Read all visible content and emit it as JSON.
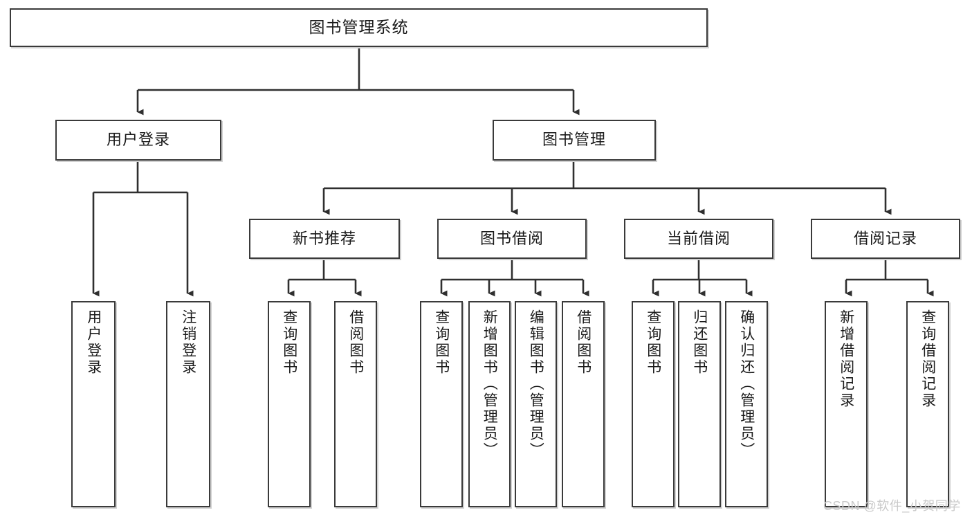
{
  "diagram": {
    "title_node": {
      "label": "图书管理系统"
    },
    "level2": [
      {
        "label": "用户登录"
      },
      {
        "label": "图书管理"
      }
    ],
    "level3": [
      {
        "label": "新书推荐"
      },
      {
        "label": "图书借阅"
      },
      {
        "label": "当前借阅"
      },
      {
        "label": "借阅记录"
      }
    ],
    "leaves": {
      "user_login": [
        {
          "label": "用户登录"
        },
        {
          "label": "注销登录"
        }
      ],
      "new_book_recommend": [
        {
          "label": "查询图书"
        },
        {
          "label": "借阅图书"
        }
      ],
      "book_borrow": [
        {
          "label": "查询图书"
        },
        {
          "label": "新增图书（管理员）"
        },
        {
          "label": "编辑图书（管理员）"
        },
        {
          "label": "借阅图书"
        }
      ],
      "current_borrow": [
        {
          "label": "查询图书"
        },
        {
          "label": "归还图书"
        },
        {
          "label": "确认归还（管理员）"
        }
      ],
      "borrow_records": [
        {
          "label": "新增借阅记录"
        },
        {
          "label": "查询借阅记录"
        }
      ]
    },
    "watermark": {
      "text": "CSDN @软件_小贺同学"
    },
    "colors": {
      "box_border": "#3a3a3a",
      "connector": "#2f2f2f",
      "text": "#1a1a1a",
      "watermark": "#c9c9c9",
      "background": "#ffffff"
    }
  }
}
